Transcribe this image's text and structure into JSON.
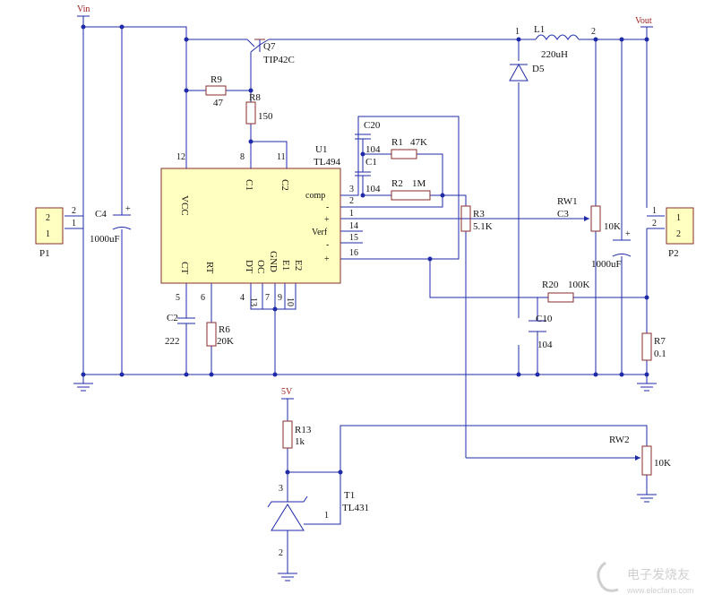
{
  "power": {
    "vin": "Vin",
    "vout": "Vout",
    "v5": "5V"
  },
  "connectors": {
    "p1": {
      "ref": "P1",
      "pin_top": "2",
      "pin_bottom": "1"
    },
    "p2": {
      "ref": "P2",
      "pin_top": "1",
      "pin_bottom": "2"
    }
  },
  "ic": {
    "ref": "U1",
    "part": "TL494",
    "left_labels": [
      "VCC",
      "C1",
      "C2"
    ],
    "bottom_labels": [
      "CT",
      "RT",
      "DT",
      "OC",
      "GND",
      "E1",
      "E2"
    ],
    "right_labels": [
      "comp",
      "-",
      "+",
      "Verf",
      "-",
      "+"
    ],
    "top_pins": [
      "12",
      "8",
      "11"
    ],
    "right_pins": [
      "3",
      "2",
      "1",
      "14",
      "15",
      "16"
    ],
    "bottom_pins": [
      "5",
      "6",
      "4",
      "13",
      "7",
      "9",
      "10"
    ]
  },
  "transistor": {
    "ref": "Q7",
    "part": "TIP42C"
  },
  "inductor": {
    "ref": "L1",
    "value": "220uH",
    "pin1": "1",
    "pin2": "2"
  },
  "diode": {
    "ref": "D5"
  },
  "shunt": {
    "ref": "T1",
    "part": "TL431",
    "pin_k": "3",
    "pin_a": "2",
    "pin_r": "1"
  },
  "components": {
    "r9": {
      "ref": "R9",
      "value": "47"
    },
    "r8": {
      "ref": "R8",
      "value": "150"
    },
    "c20": {
      "ref": "C20",
      "value": "104"
    },
    "c1": {
      "ref": "C1",
      "value": "104"
    },
    "r1": {
      "ref": "R1",
      "value": "47K"
    },
    "r2": {
      "ref": "R2",
      "value": "1M"
    },
    "r3": {
      "ref": "R3",
      "value": "5.1K"
    },
    "rw1": {
      "ref": "RW1",
      "value": "10K"
    },
    "c3": {
      "ref": "C3",
      "value": "1000uF"
    },
    "c4": {
      "ref": "C4",
      "value": "1000uF"
    },
    "c2": {
      "ref": "C2",
      "value": "222"
    },
    "r6": {
      "ref": "R6",
      "value": "20K"
    },
    "r20": {
      "ref": "R20",
      "value": "100K"
    },
    "c10": {
      "ref": "C10",
      "value": "104"
    },
    "r7": {
      "ref": "R7",
      "value": "0.1"
    },
    "r13": {
      "ref": "R13",
      "value": "1k"
    },
    "rw2": {
      "ref": "RW2",
      "value": "10K"
    }
  },
  "watermark": {
    "brand": "电子发烧友",
    "url": "www.elecfans.com"
  },
  "colors": {
    "wire": "#1f2aa8",
    "body": "#8a2b2b",
    "ic_fill": "#ffffc0",
    "power": "#a02020"
  }
}
